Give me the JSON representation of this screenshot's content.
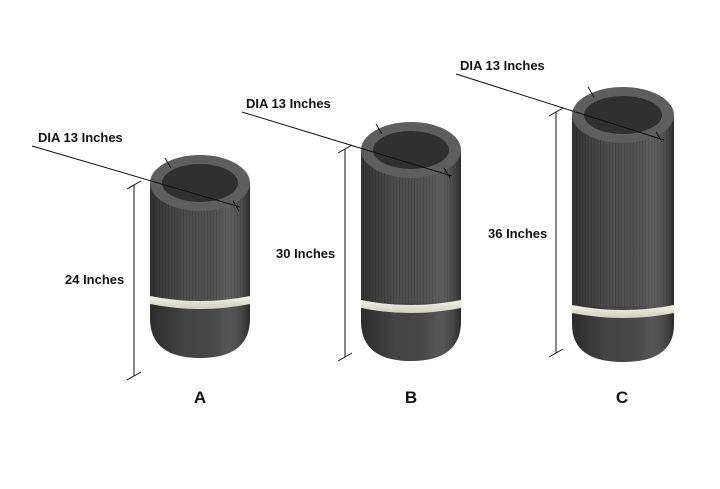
{
  "colors": {
    "body": "#4d4d4d",
    "body_dark": "#3a3a3a",
    "rim": "#5a5a5a",
    "inner": "#2e2e2e",
    "band": "#e8e8d8",
    "line": "#111111"
  },
  "cylinders": [
    {
      "letter": "A",
      "height_label": "24 Inches",
      "diameter_label": "DIA 13 Inches"
    },
    {
      "letter": "B",
      "height_label": "30 Inches",
      "diameter_label": "DIA 13 Inches"
    },
    {
      "letter": "C",
      "height_label": "36 Inches",
      "diameter_label": "DIA 13 Inches"
    }
  ]
}
